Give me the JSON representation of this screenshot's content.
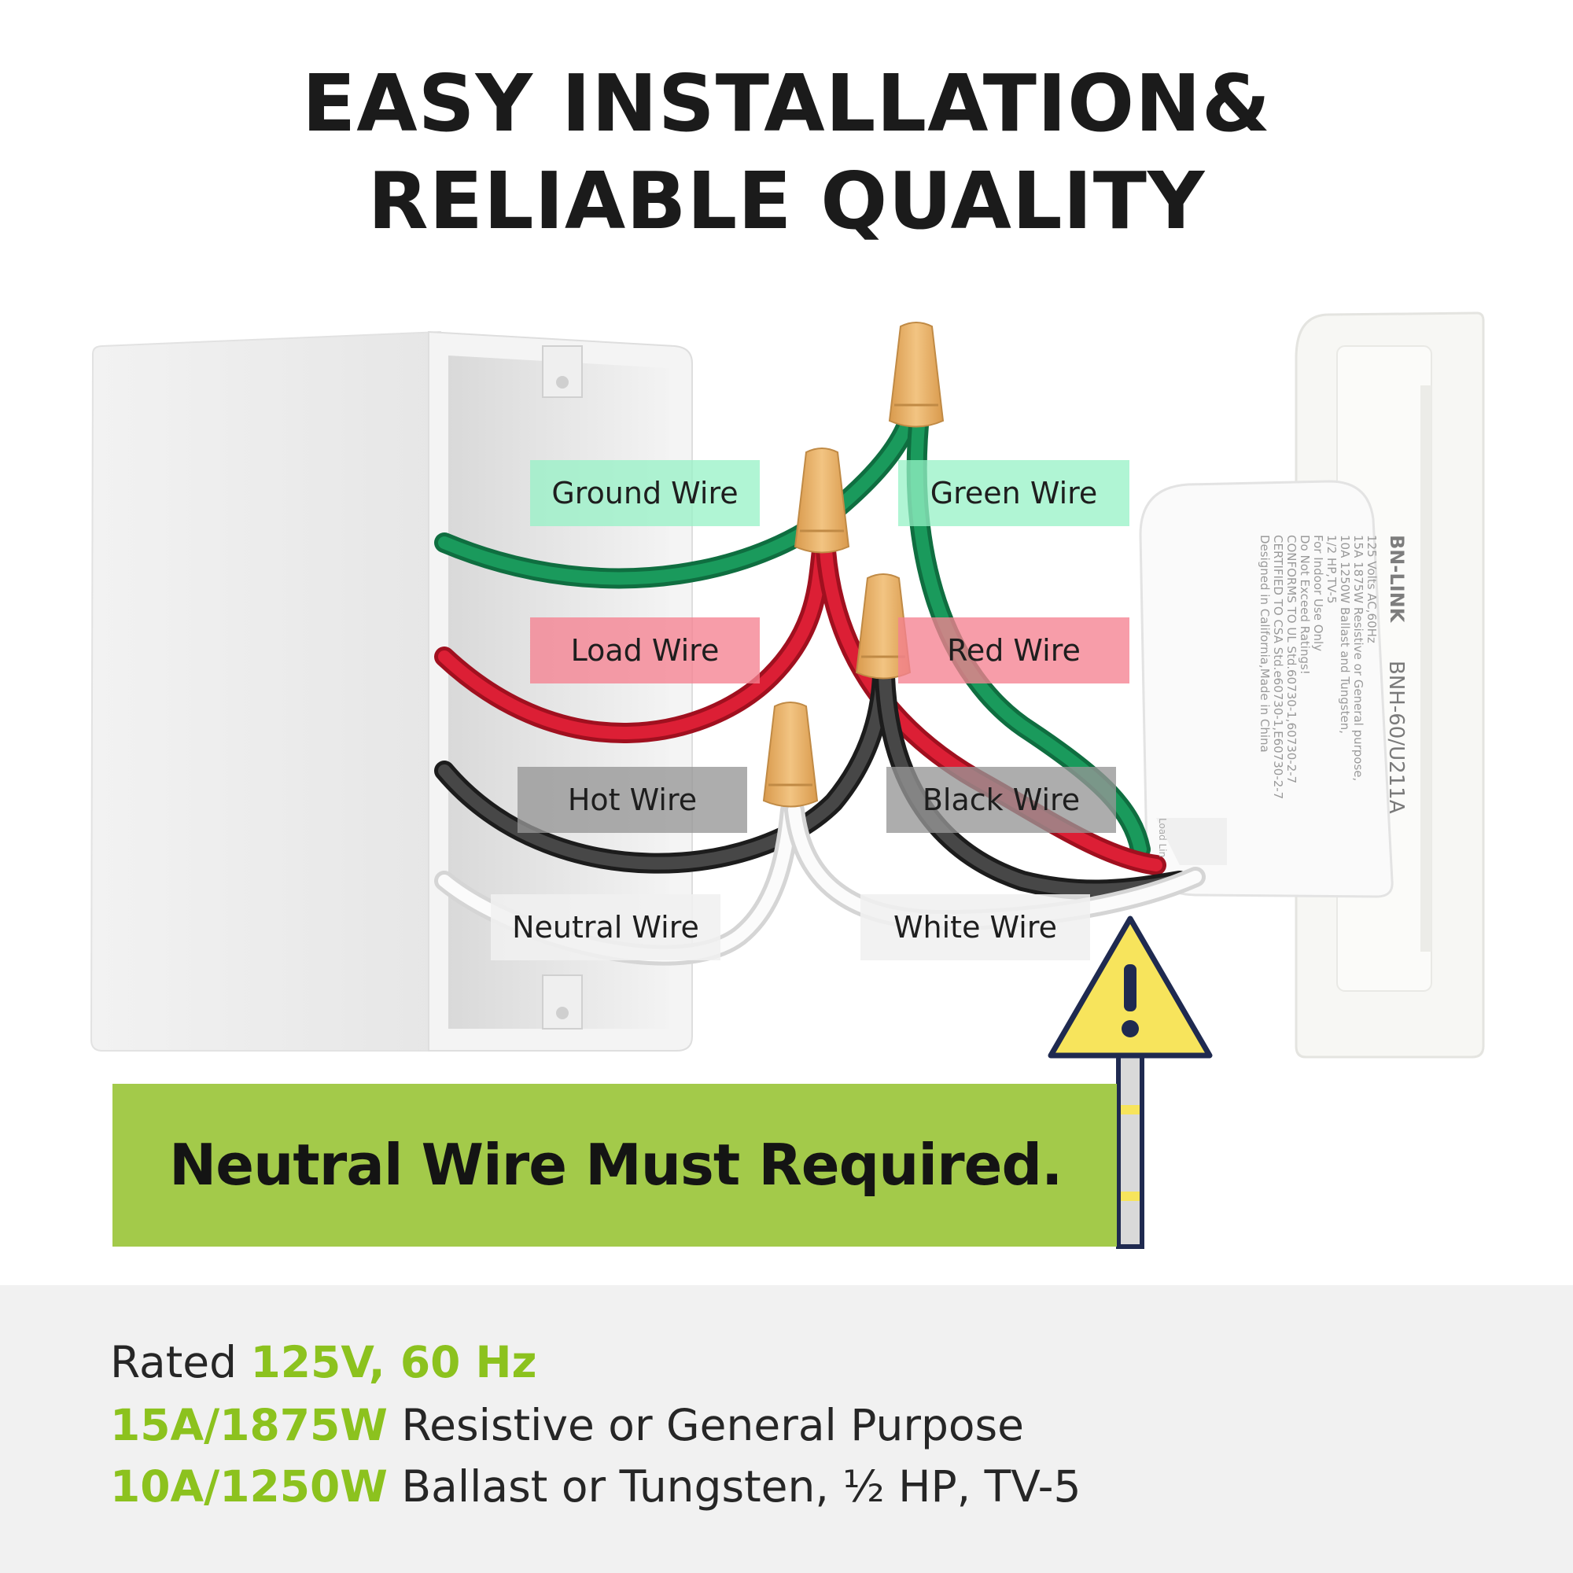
{
  "title": {
    "line1": "EASY INSTALLATION&",
    "line2": "RELIABLE QUALITY"
  },
  "wire_labels": {
    "ground": "Ground Wire",
    "green": "Green Wire",
    "load": "Load Wire",
    "red": "Red Wire",
    "hot": "Hot Wire",
    "black": "Black Wire",
    "neutral": "Neutral Wire",
    "white": "White Wire"
  },
  "banner": {
    "text": "Neutral Wire Must Required."
  },
  "device": {
    "brand": "BN-LINK",
    "model": "BNH-60/U211A",
    "lines": [
      "125 Volts AC,60Hz",
      "15A 1875W Resistive or General purpose,",
      "10A 1250W Ballast and Tungsten,",
      "1/2 HP,TV-5",
      "For Indoor Use Only",
      "Do Not Exceed Ratings!",
      "CONFORMS TO UL Std.60730-1,60730-2-7",
      "CERTIFIED TO CSA Std.e60730-1,E60730-2-7",
      "Designed in California,Made in China"
    ],
    "terminal_label": "Load Lin"
  },
  "specs": {
    "line1_prefix": "Rated ",
    "line1_value": "125V, 60 Hz",
    "line2_value": "15A/1875W",
    "line2_text": " Resistive or General Purpose",
    "line3_value": "10A/1250W",
    "line3_text": " Ballast or Tungsten, ½ HP, TV-5"
  },
  "colors": {
    "ground_wire": "#1a8f55",
    "load_wire": "#d81b2f",
    "hot_wire": "#3a3a3a",
    "neutral_wire": "#f5f5f5",
    "wire_nut": "#e8b26a",
    "banner": "#a3ca4a",
    "spec_highlight": "#8cc21e",
    "warning_yellow": "#f7e45c"
  }
}
